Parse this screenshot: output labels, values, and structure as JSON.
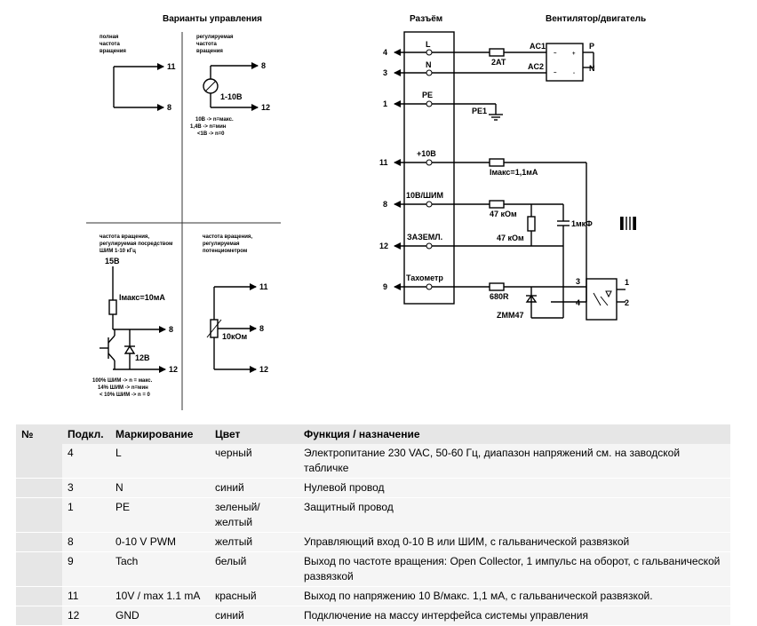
{
  "left_panel": {
    "title": "Варианты управления",
    "q1": {
      "label": "полная\nчастота\nвращения",
      "pin_a": "11",
      "pin_b": "8"
    },
    "q2": {
      "label": "регулируемая\nчастота\nвращения",
      "pin_a": "8",
      "pin_b": "12",
      "pot": "1-10В",
      "notes": [
        "10В -> n=макс.",
        "1,4В -> n=мин",
        "<1В -> n=0"
      ]
    },
    "q3": {
      "label": "частота вращения,\nрегулируемая посредством\nШИМ 1-10 кГц",
      "supply": "15В",
      "current": "Iмакс=10мА",
      "zener": "12В",
      "pin_a": "8",
      "pin_b": "12",
      "notes": [
        "100% ШИМ -> n = макс.",
        "14% ШИМ -> n=мин",
        "< 10% ШИМ -> n = 0"
      ]
    },
    "q4": {
      "label": "частота вращения,\nрегулируемая\nпотенциометром",
      "pot": "10кОм",
      "pin_a": "11",
      "pin_b": "8",
      "pin_c": "12"
    }
  },
  "right_panel": {
    "connector_title": "Разъём",
    "motor_title": "Вентилятор/двигатель",
    "terminals": [
      {
        "pin": "4",
        "label": "L"
      },
      {
        "pin": "3",
        "label": "N"
      },
      {
        "pin": "1",
        "label": "PE"
      },
      {
        "pin": "11",
        "label": "+10В"
      },
      {
        "pin": "8",
        "label": "10В/ШИМ"
      },
      {
        "pin": "12",
        "label": "ЗАЗЕМЛ."
      },
      {
        "pin": "9",
        "label": "Тахометр"
      }
    ],
    "fuse": "2AT",
    "ac1": "AC1",
    "ac2": "AC2",
    "p": "P",
    "n": "N",
    "pe1": "PE1",
    "imax": "Iмакс=1,1мА",
    "r1": "47 кОм",
    "r2": "47 кОм",
    "cap": "1мкФ",
    "r3": "680R",
    "zener": "ZMM47",
    "opto": [
      "3",
      "1",
      "4",
      "2"
    ]
  },
  "table": {
    "headers": [
      "№",
      "Подкл.",
      "Маркирование",
      "Цвет",
      "Функция / назначение"
    ],
    "rows": [
      [
        "",
        "4",
        "L",
        "черный",
        "Электропитание 230 VAC, 50-60 Гц, диапазон напряжений см. на заводской табличке"
      ],
      [
        "",
        "3",
        "N",
        "синий",
        "Нулевой провод"
      ],
      [
        "",
        "1",
        "PE",
        "зеленый/желтый",
        "Защитный провод"
      ],
      [
        "",
        "8",
        "0-10 V PWM",
        "желтый",
        "Управляющий вход 0-10 В или ШИМ, с гальванической развязкой"
      ],
      [
        "",
        "9",
        "Tach",
        "белый",
        "Выход по частоте вращения: Open Collector, 1 импульс на оборот, с гальванической развязкой"
      ],
      [
        "",
        "11",
        "10V / max 1.1 mA",
        "красный",
        "Выход по напряжению 10 В/макс. 1,1 мА, с гальванической развязкой."
      ],
      [
        "",
        "12",
        "GND",
        "синий",
        "Подключение на массу интерфейса системы управления"
      ]
    ]
  }
}
